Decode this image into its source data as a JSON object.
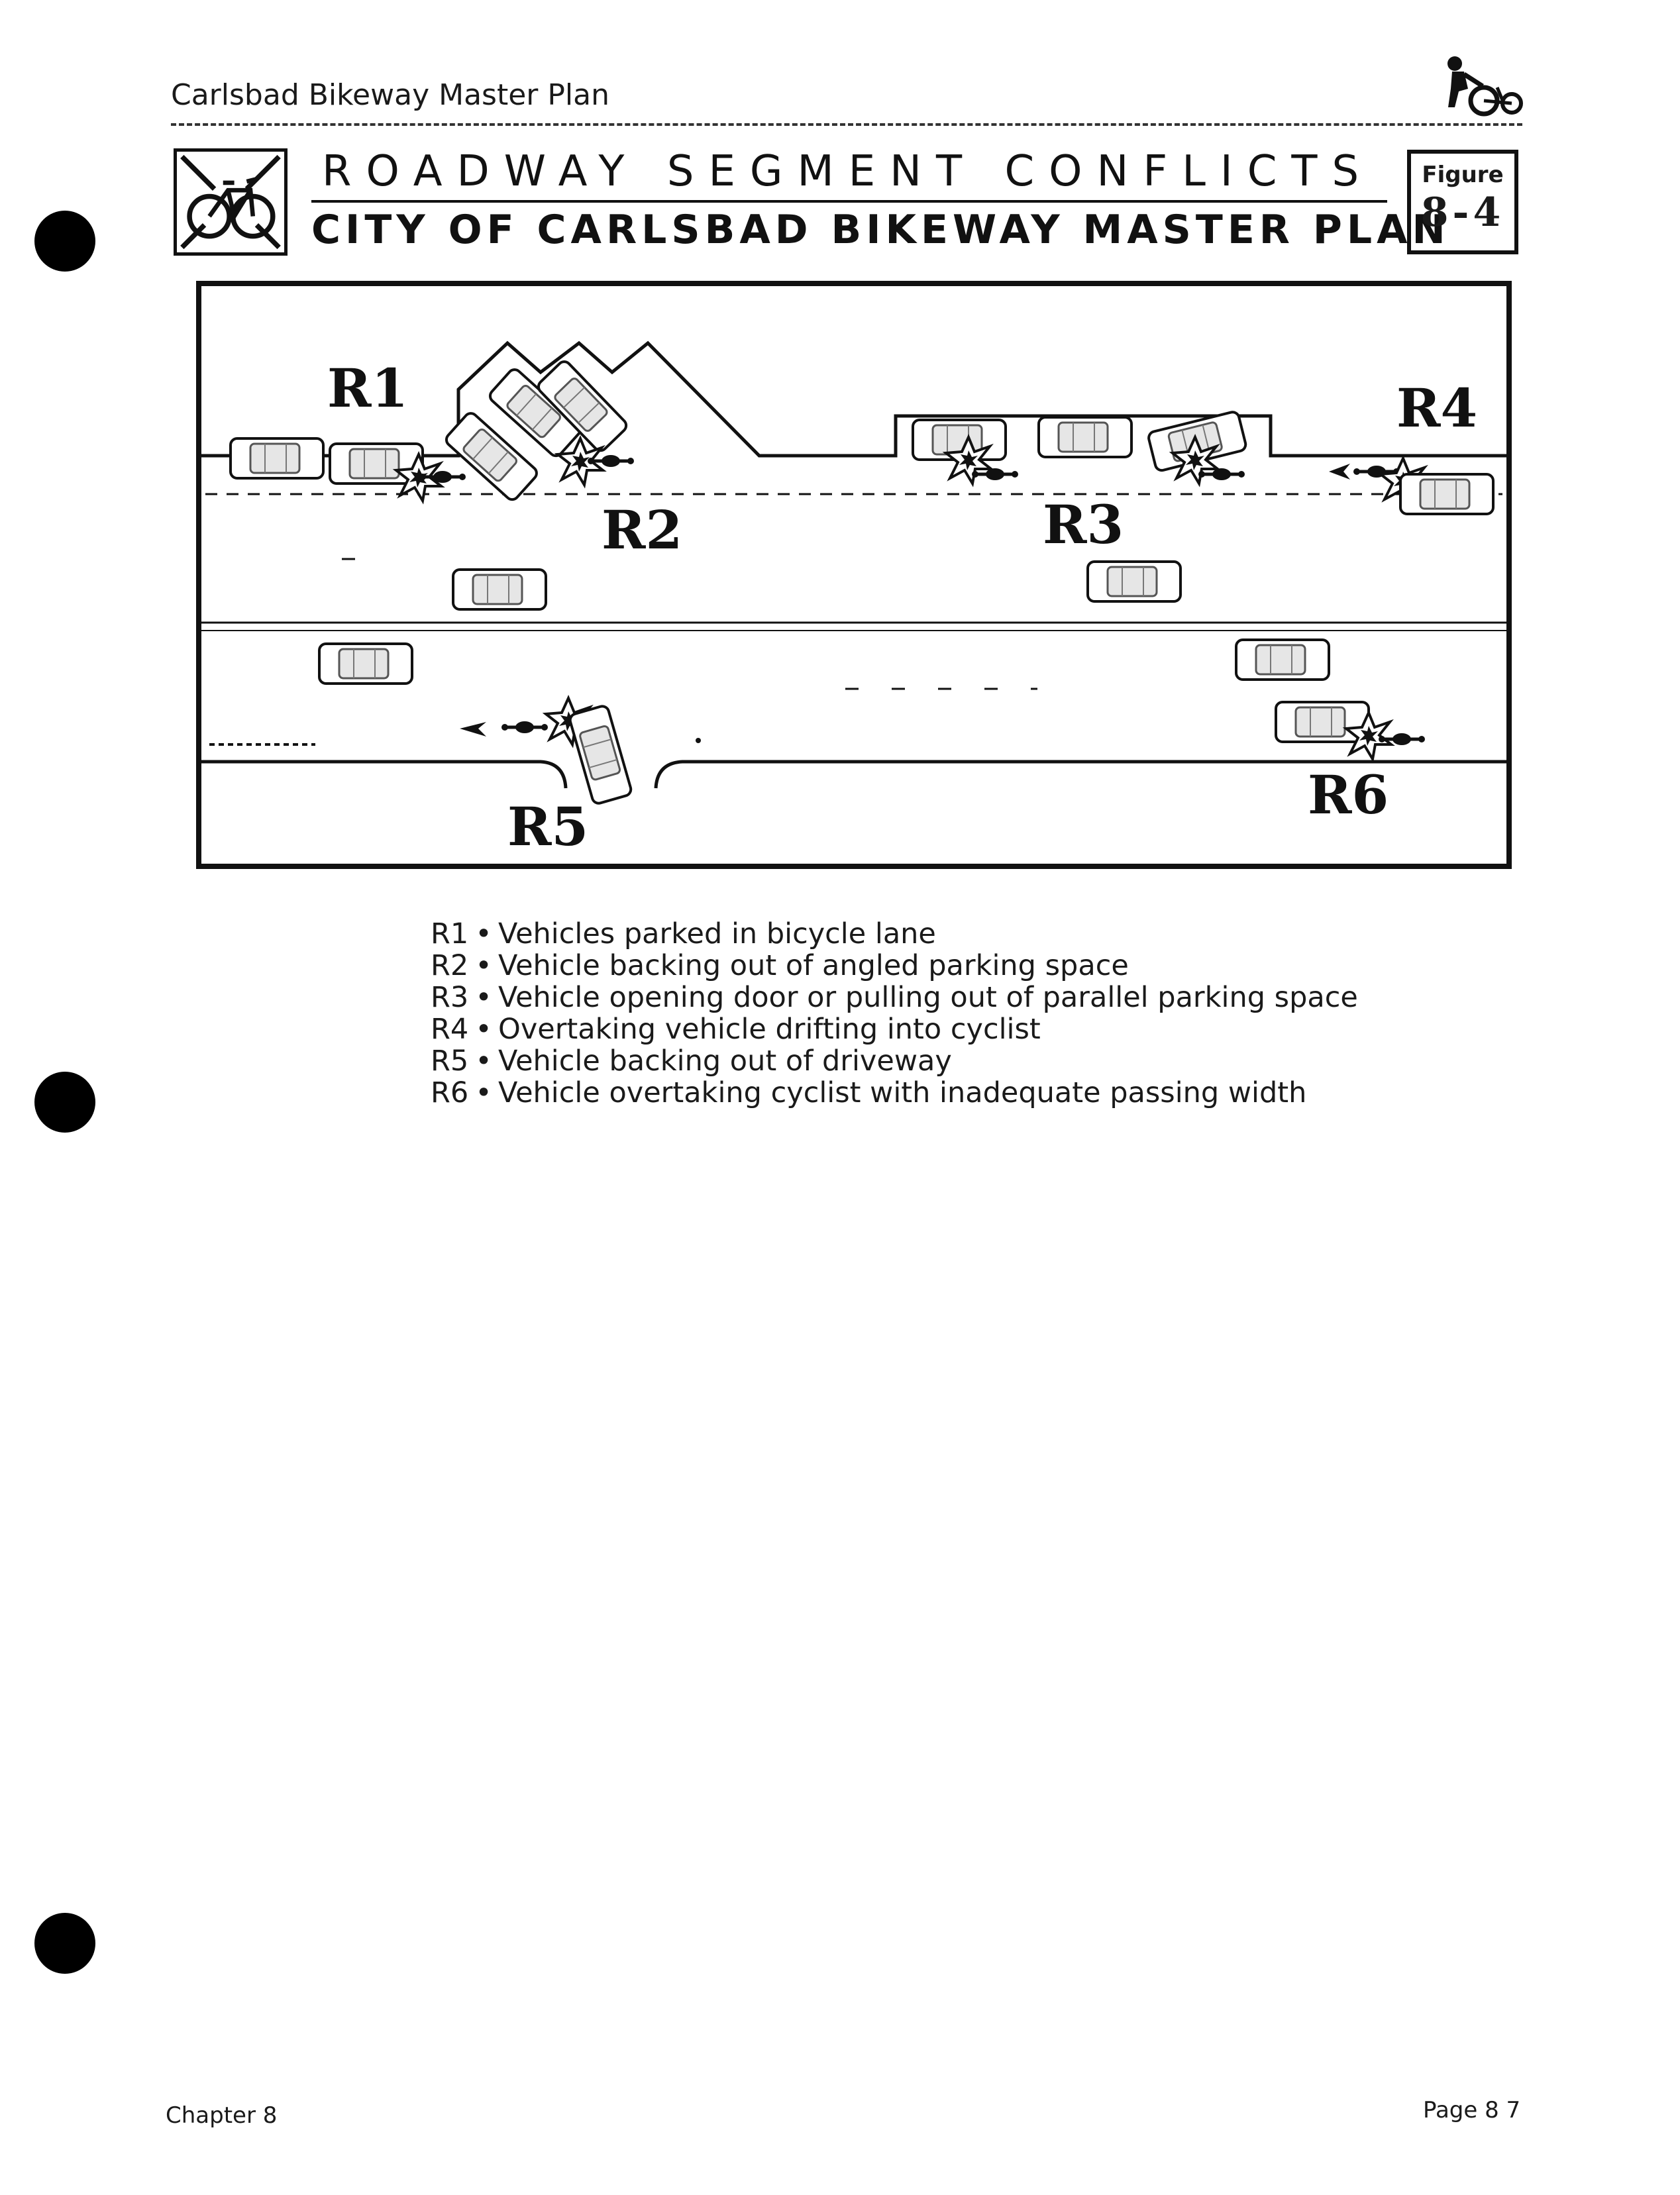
{
  "running_head": "Carlsbad Bikeway Master Plan",
  "title": {
    "line1": "ROADWAY SEGMENT CONFLICTS",
    "line2": "CITY OF CARLSBAD BIKEWAY MASTER PLAN"
  },
  "figure_badge": {
    "label": "Figure",
    "number": "8-4"
  },
  "diagram": {
    "zones": [
      {
        "code": "R1"
      },
      {
        "code": "R2"
      },
      {
        "code": "R3"
      },
      {
        "code": "R4"
      },
      {
        "code": "R5"
      },
      {
        "code": "R6"
      }
    ]
  },
  "legend": [
    {
      "code": "R1",
      "bullet": "•",
      "text": "Vehicles parked in bicycle lane"
    },
    {
      "code": "R2",
      "bullet": "•",
      "text": "Vehicle backing out of angled parking space"
    },
    {
      "code": "R3",
      "bullet": "•",
      "text": "Vehicle opening door or pulling out of parallel parking space"
    },
    {
      "code": "R4",
      "bullet": "•",
      "text": "Overtaking vehicle drifting into cyclist"
    },
    {
      "code": "R5",
      "bullet": "•",
      "text": "Vehicle backing out of driveway"
    },
    {
      "code": "R6",
      "bullet": "•",
      "text": "Vehicle overtaking cyclist with inadequate passing width"
    }
  ],
  "footer": {
    "chapter": "Chapter 8",
    "page": "Page 8 7"
  }
}
